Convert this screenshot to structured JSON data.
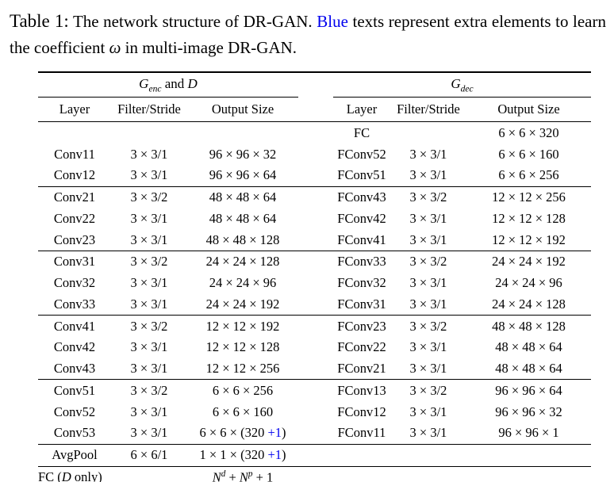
{
  "colors": {
    "blue": "#0000ee",
    "text": "#000000",
    "background": "#ffffff"
  },
  "caption": {
    "label": "Table 1:",
    "text": " The network structure of DR-GAN. ~Blue~ texts represent extra elements to learn the coefficient *ω* in multi-image DR-GAN."
  },
  "table": {
    "group_headers": [
      {
        "label": "*G*_enc_ and *D*"
      },
      {
        "label": "*G*_dec_"
      }
    ],
    "column_headers": [
      "Layer",
      "Filter/Stride",
      "Output Size",
      "Layer",
      "Filter/Stride",
      "Output Size"
    ],
    "groups": [
      {
        "layout": "normal",
        "rows": [
          [
            "",
            "",
            "",
            "FC",
            "",
            "6 × 6 × 320"
          ],
          [
            "Conv11",
            "3 × 3/1",
            "96 × 96 × 32",
            "FConv52",
            "3 × 3/1",
            "6 × 6 × 160"
          ],
          [
            "Conv12",
            "3 × 3/1",
            "96 × 96 × 64",
            "FConv51",
            "3 × 3/1",
            "6 × 6 × 256"
          ]
        ]
      },
      {
        "layout": "normal",
        "rows": [
          [
            "Conv21",
            "3 × 3/2",
            "48 × 48 × 64",
            "FConv43",
            "3 × 3/2",
            "12 × 12 × 256"
          ],
          [
            "Conv22",
            "3 × 3/1",
            "48 × 48 × 64",
            "FConv42",
            "3 × 3/1",
            "12 × 12 × 128"
          ],
          [
            "Conv23",
            "3 × 3/1",
            "48 × 48 × 128",
            "FConv41",
            "3 × 3/1",
            "12 × 12 × 192"
          ]
        ]
      },
      {
        "layout": "normal",
        "rows": [
          [
            "Conv31",
            "3 × 3/2",
            "24 × 24 × 128",
            "FConv33",
            "3 × 3/2",
            "24 × 24 × 192"
          ],
          [
            "Conv32",
            "3 × 3/1",
            "24 × 24 × 96",
            "FConv32",
            "3 × 3/1",
            "24 × 24 × 96"
          ],
          [
            "Conv33",
            "3 × 3/1",
            "24 × 24 × 192",
            "FConv31",
            "3 × 3/1",
            "24 × 24 × 128"
          ]
        ]
      },
      {
        "layout": "normal",
        "rows": [
          [
            "Conv41",
            "3 × 3/2",
            "12 × 12 × 192",
            "FConv23",
            "3 × 3/2",
            "48 × 48 × 128"
          ],
          [
            "Conv42",
            "3 × 3/1",
            "12 × 12 × 128",
            "FConv22",
            "3 × 3/1",
            "48 × 48 × 64"
          ],
          [
            "Conv43",
            "3 × 3/1",
            "12 × 12 × 256",
            "FConv21",
            "3 × 3/1",
            "48 × 48 × 64"
          ]
        ]
      },
      {
        "layout": "normal",
        "rows": [
          [
            "Conv51",
            "3 × 3/2",
            "6 × 6 × 256",
            "FConv13",
            "3 × 3/2",
            "96 × 96 × 64"
          ],
          [
            "Conv52",
            "3 × 3/1",
            "6 × 6 × 160",
            "FConv12",
            "3 × 3/1",
            "96 × 96 × 32"
          ],
          [
            "Conv53",
            "3 × 3/1",
            "6 × 6 × (320 ~+1~)",
            "FConv11",
            "3 × 3/1",
            "96 × 96 × 1"
          ]
        ]
      },
      {
        "layout": "normal",
        "rows": [
          [
            "AvgPool",
            "6 × 6/1",
            "1 × 1 × (320 ~+1~)",
            "",
            "",
            ""
          ]
        ]
      },
      {
        "layout": "wide-first",
        "rows": [
          [
            "FC (*D* only)",
            "",
            "*N*^d^ + *N*^p^ + 1",
            "",
            "",
            ""
          ]
        ]
      }
    ]
  }
}
